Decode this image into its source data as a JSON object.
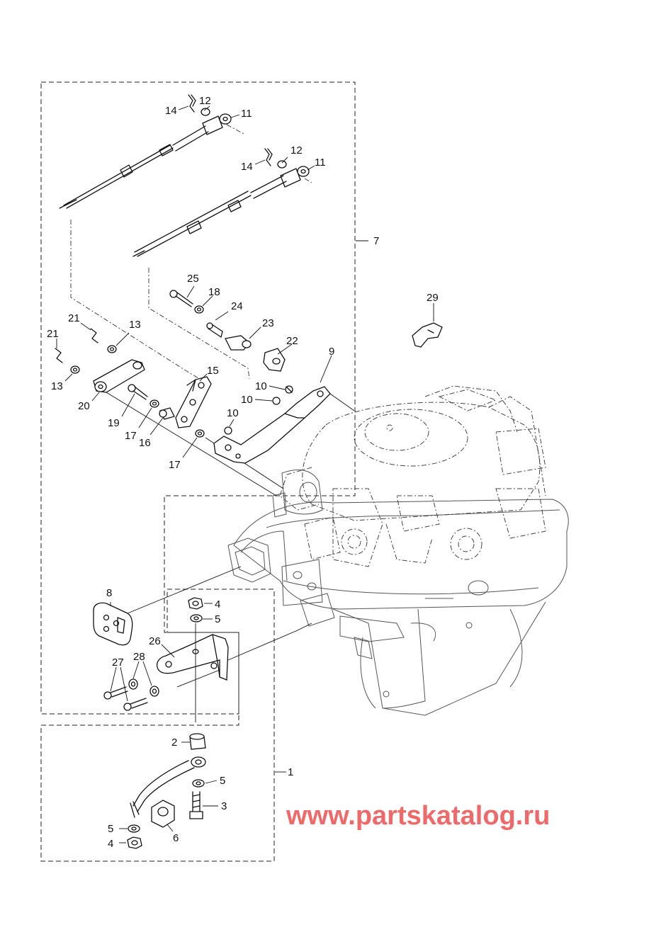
{
  "watermark": {
    "text": "www.partskatalog.ru",
    "color": "#ee6a6a"
  },
  "callouts": [
    {
      "id": "c14a",
      "text": "14"
    },
    {
      "id": "c12a",
      "text": "12"
    },
    {
      "id": "c11a",
      "text": "11"
    },
    {
      "id": "c14b",
      "text": "14"
    },
    {
      "id": "c12b",
      "text": "12"
    },
    {
      "id": "c11b",
      "text": "11"
    },
    {
      "id": "c7",
      "text": "7"
    },
    {
      "id": "c25",
      "text": "25"
    },
    {
      "id": "c18",
      "text": "18"
    },
    {
      "id": "c24",
      "text": "24"
    },
    {
      "id": "c23",
      "text": "23"
    },
    {
      "id": "c22",
      "text": "22"
    },
    {
      "id": "c29",
      "text": "29"
    },
    {
      "id": "c21a",
      "text": "21"
    },
    {
      "id": "c21b",
      "text": "21"
    },
    {
      "id": "c13a",
      "text": "13"
    },
    {
      "id": "c13b",
      "text": "13"
    },
    {
      "id": "c15",
      "text": "15"
    },
    {
      "id": "c9",
      "text": "9"
    },
    {
      "id": "c10a",
      "text": "10"
    },
    {
      "id": "c10b",
      "text": "10"
    },
    {
      "id": "c10c",
      "text": "10"
    },
    {
      "id": "c20",
      "text": "20"
    },
    {
      "id": "c19",
      "text": "19"
    },
    {
      "id": "c17a",
      "text": "17"
    },
    {
      "id": "c16",
      "text": "16"
    },
    {
      "id": "c17b",
      "text": "17"
    },
    {
      "id": "c8",
      "text": "8"
    },
    {
      "id": "c4a",
      "text": "4"
    },
    {
      "id": "c5a",
      "text": "5"
    },
    {
      "id": "c26",
      "text": "26"
    },
    {
      "id": "c27",
      "text": "27"
    },
    {
      "id": "c28",
      "text": "28"
    },
    {
      "id": "c2",
      "text": "2"
    },
    {
      "id": "c1",
      "text": "1"
    },
    {
      "id": "c5b",
      "text": "5"
    },
    {
      "id": "c3",
      "text": "3"
    },
    {
      "id": "c5c",
      "text": "5"
    },
    {
      "id": "c4b",
      "text": "4"
    },
    {
      "id": "c6",
      "text": "6"
    }
  ]
}
